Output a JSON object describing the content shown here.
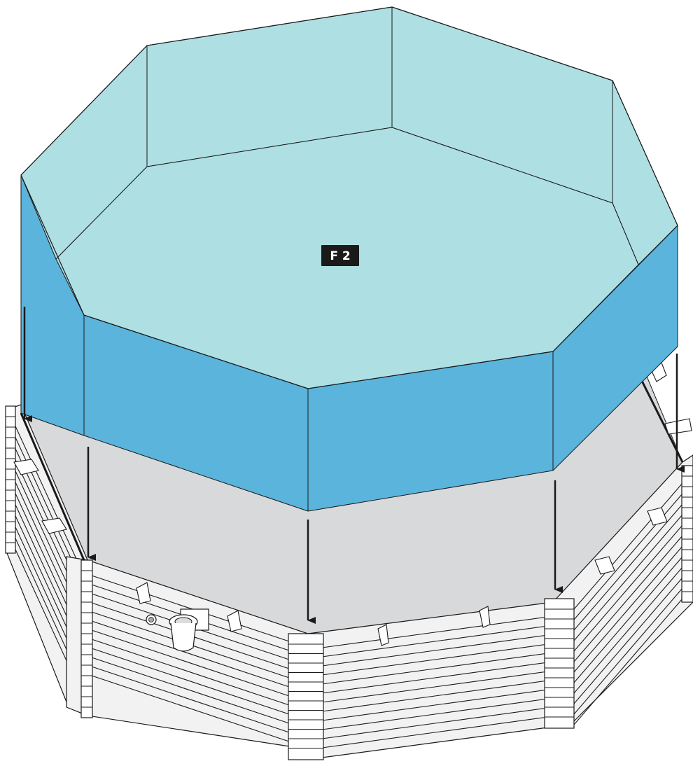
{
  "diagram": {
    "part_label": "F 2",
    "colors": {
      "liner_inner": "#aedfe3",
      "liner_outer": "#5ab4dc",
      "pool_floor": "#d8d9da",
      "planks": "#f2f2f2",
      "outline": "#1a1a1a"
    },
    "components": {
      "liner": "octagonal-liner",
      "wall": "octagonal-wood-plank-wall",
      "skimmer": "skimmer",
      "return_nozzle": "return-nozzle",
      "arrows": "down-arrows"
    }
  }
}
